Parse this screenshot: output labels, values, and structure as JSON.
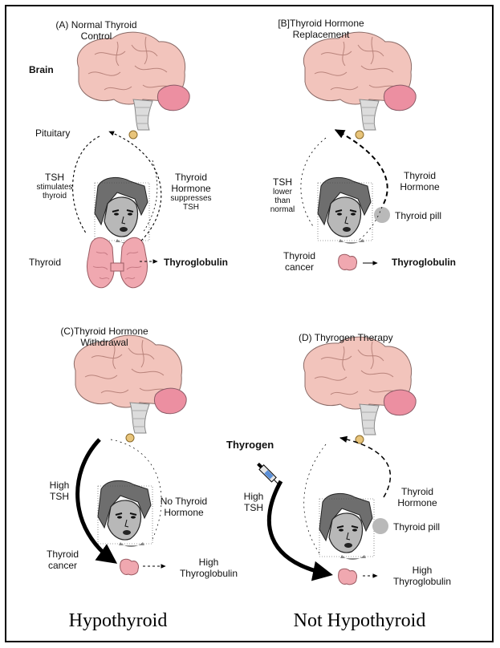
{
  "panels": {
    "a": {
      "title": [
        "(A) Normal Thyroid",
        "Control"
      ],
      "brain": "Brain",
      "pituitary": "Pituitary",
      "tsh": "TSH",
      "tsh_note": [
        "stimulates",
        "thyroid"
      ],
      "hormone": [
        "Thyroid",
        "Hormone"
      ],
      "hormone_note": [
        "suppresses",
        "TSH"
      ],
      "thyroid": "Thyroid",
      "output": "Thyroglobulin"
    },
    "b": {
      "title": [
        "[B]Thyroid Hormone",
        "Replacement"
      ],
      "tsh": "TSH",
      "tsh_note": [
        "lower",
        "than",
        "normal"
      ],
      "hormone": [
        "Thyroid",
        "Hormone"
      ],
      "pill": "Thyroid pill",
      "source": [
        "Thyroid",
        "cancer"
      ],
      "output": "Thyroglobulin"
    },
    "c": {
      "title": [
        "(C)Thyroid Hormone",
        "Withdrawal"
      ],
      "tsh": [
        "High",
        "TSH"
      ],
      "hormone": [
        "No Thyroid",
        "Hormone"
      ],
      "source": [
        "Thyroid",
        "cancer"
      ],
      "output": [
        "High",
        "Thyroglobulin"
      ],
      "caption": "Hypothyroid"
    },
    "d": {
      "title": "(D) Thyrogen Therapy",
      "drug": "Thyrogen",
      "tsh": [
        "High",
        "TSH"
      ],
      "hormone": [
        "Thyroid",
        "Hormone"
      ],
      "pill": "Thyroid pill",
      "output": [
        "High",
        "Thyroglobulin"
      ],
      "caption": "Not Hypothyroid"
    }
  },
  "colors": {
    "brain": "#f2c4bc",
    "cerebellum": "#ec8fa1",
    "thyroid": "#f0a8b0",
    "pituitary": "#e8c47a",
    "pill": "#b9b9b9",
    "line": "#000000"
  },
  "icons": [
    "brain-icon",
    "brainstem-icon",
    "pituitary-icon",
    "face-icon",
    "thyroid-gland-icon",
    "thyroid-pill-icon",
    "syringe-icon",
    "tumor-icon"
  ]
}
